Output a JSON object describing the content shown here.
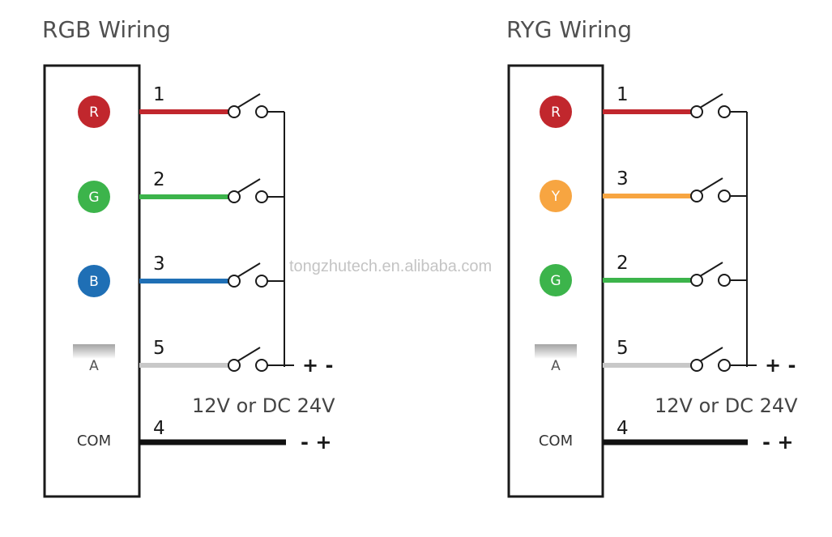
{
  "diagrams": [
    {
      "title": "RGB Wiring",
      "terminals": [
        {
          "label": "R",
          "wire": "1",
          "color": "#c1272d",
          "text_color": "#ffffff",
          "style": "dot"
        },
        {
          "label": "G",
          "wire": "2",
          "color": "#3cb44b",
          "text_color": "#ffffff",
          "style": "dot"
        },
        {
          "label": "B",
          "wire": "3",
          "color": "#1f6fb5",
          "text_color": "#ffffff",
          "style": "dot"
        },
        {
          "label": "A",
          "wire": "5",
          "color": "#c8c8c8",
          "text_color": "#555555",
          "style": "fade"
        }
      ],
      "com": {
        "label": "COM",
        "wire": "4",
        "color": "#111111"
      },
      "supply_top": "+ -",
      "supply_bottom": "- +",
      "voltage": "12V or DC 24V"
    },
    {
      "title": "RYG Wiring",
      "terminals": [
        {
          "label": "R",
          "wire": "1",
          "color": "#c1272d",
          "text_color": "#ffffff",
          "style": "dot"
        },
        {
          "label": "Y",
          "wire": "3",
          "color": "#f7a541",
          "text_color": "#ffffff",
          "style": "dot"
        },
        {
          "label": "G",
          "wire": "2",
          "color": "#3cb44b",
          "text_color": "#ffffff",
          "style": "dot"
        },
        {
          "label": "A",
          "wire": "5",
          "color": "#c8c8c8",
          "text_color": "#555555",
          "style": "fade"
        }
      ],
      "com": {
        "label": "COM",
        "wire": "4",
        "color": "#111111"
      },
      "supply_top": "+ -",
      "supply_bottom": "- +",
      "voltage": "12V or DC 24V"
    }
  ],
  "watermark": "tongzhutech.en.alibaba.com"
}
